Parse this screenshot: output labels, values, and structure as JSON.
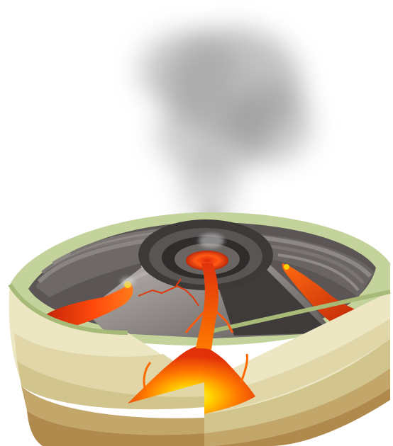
{
  "diagram": {
    "type": "volcano-cross-section",
    "components": [
      "ash-plume",
      "crater",
      "summit-vent",
      "lava-flow-left",
      "lava-flow-right",
      "flank-vent-left",
      "flank-vent-right",
      "main-conduit",
      "magma-chamber",
      "vegetation-surface",
      "rock-strata"
    ],
    "colors": {
      "background": "#ffffff",
      "grass_top": "#c4d39b",
      "grass_edge": "#a7ba77",
      "strata_1": "#ece6c2",
      "strata_2": "#e0d6a8",
      "strata_3": "#d2c48d",
      "strata_4": "#c3a66a",
      "strata_5": "#b08a4c",
      "rock_dark": "#4b4747",
      "rock_mid": "#6f6a69",
      "rock_light": "#a19b98",
      "lava_red": "#d6270d",
      "lava_orange": "#ff6a00",
      "magma_yellow": "#ffe100",
      "smoke": "#8a8a8a"
    }
  }
}
